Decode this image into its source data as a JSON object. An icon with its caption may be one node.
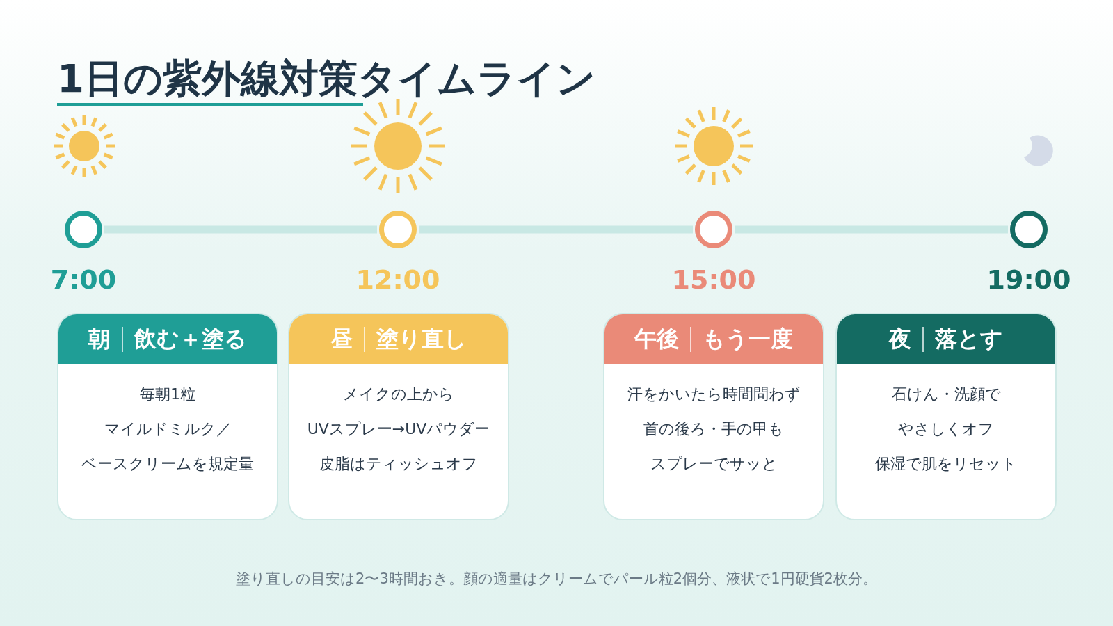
{
  "diagram": {
    "title": "1日の紫外線対策タイムライン",
    "nodes": [
      {
        "text": [],
        "shape": "circle",
        "beside": [
          "7:00"
        ]
      },
      {
        "text": [],
        "shape": "circle",
        "beside": [
          "12:00"
        ]
      },
      {
        "text": [],
        "shape": "circle",
        "beside": [
          "15:00"
        ]
      },
      {
        "text": [],
        "shape": "circle",
        "beside": [
          "19:00"
        ]
      },
      {
        "text": [
          "朝",
          "飲む＋塗る",
          "毎朝1粒",
          "マイルドミルク／",
          "ベースクリームを規定量"
        ]
      },
      {
        "text": [
          "昼",
          "塗り直し",
          "メイクの上から",
          "UVスプレー→UVパウダー",
          "皮脂はティッシュオフ"
        ]
      },
      {
        "text": [
          "午後",
          "もう一度",
          "汗をかいたら時間問わず",
          "首の後ろ・手の甲も",
          "スプレーでサッと"
        ]
      },
      {
        "text": [
          "夜",
          "落とす",
          "石けん・洗顔で",
          "やさしくオフ",
          "保湿で肌をリセット"
        ]
      }
    ],
    "edges": [
      {
        "from": 0,
        "to": 1,
        "arrow": "none"
      },
      {
        "from": 1,
        "to": 2,
        "arrow": "none"
      },
      {
        "from": 2,
        "to": 3,
        "arrow": "none"
      }
    ],
    "caption": "塗り直しの目安は2〜3時間おき。顔の適量はクリームでパール粒2個分、液状で1円硬貨2枚分。"
  }
}
